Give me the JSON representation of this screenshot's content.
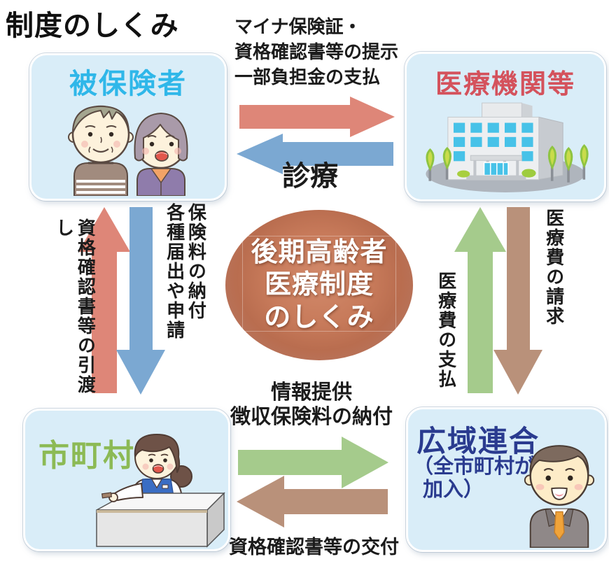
{
  "title": "制度のしくみ",
  "nodes": {
    "insured": {
      "label": "被保険者"
    },
    "medical": {
      "label": "医療機関等"
    },
    "municipality": {
      "label": "市町村"
    },
    "union": {
      "label": "広域連合",
      "note_line1": "（全市町村が",
      "note_line2": "加入）"
    }
  },
  "center": {
    "line1": "後期高齢者",
    "line2": "医療制度",
    "line3": "のしくみ"
  },
  "flows": {
    "insured_to_medical": {
      "line1": "マイナ保険証・",
      "line2": "資格確認書等の提示",
      "line3": "一部負担金の支払"
    },
    "medical_to_insured": {
      "label": "診療"
    },
    "municipality_to_insured": {
      "label": "資格確認書等の引渡し"
    },
    "insured_to_municipality": {
      "line1": "保険料の納付",
      "line2": "各種届出や申請"
    },
    "medical_to_union": {
      "label": "医療費の請求"
    },
    "union_to_medical": {
      "label": "医療費の支払"
    },
    "municipality_to_union": {
      "line1": "情報提供",
      "line2": "徴収保険料の納付"
    },
    "union_to_municipality": {
      "label": "資格確認書等の交付"
    }
  },
  "colors": {
    "box_fill": "#D9EDF8",
    "arrow_salmon": "#DE8678",
    "arrow_blue": "#7BA8D2",
    "arrow_green": "#A5CB8C",
    "arrow_brown": "#B9917A",
    "insured_label": "#2FB7E9",
    "medical_label": "#D4525C",
    "municipality_label": "#8CBA55",
    "union_label": "#2A3B8F",
    "oval_center": "#D28A6B",
    "oval_edge": "#B2674C"
  }
}
